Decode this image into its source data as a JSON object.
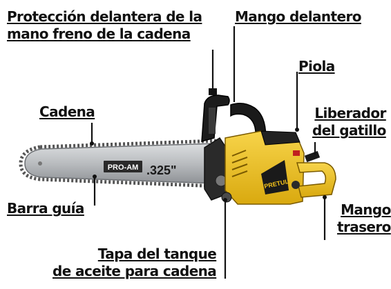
{
  "labels": {
    "front_hand_guard": [
      "Protección delantera de la",
      "mano freno de la cadena"
    ],
    "front_handle": "Mango delantero",
    "cable": "Piola",
    "chain": "Cadena",
    "trigger_release": [
      "Liberador",
      "del gatillo"
    ],
    "guide_bar": "Barra guía",
    "rear_handle": [
      "Mango",
      "trasero"
    ],
    "oil_cap": [
      "Tapa del tanque",
      "de aceite para cadena"
    ]
  },
  "product_marks": {
    "bar_brand": "PRO-AM",
    "bar_pitch": ".325\"",
    "body_brand": "PRETUL"
  },
  "colors": {
    "body_yellow": "#f2c21a",
    "plastic_black": "#1a1a1a",
    "bar_silver": "#b9bcbf",
    "outline": "#111111"
  }
}
